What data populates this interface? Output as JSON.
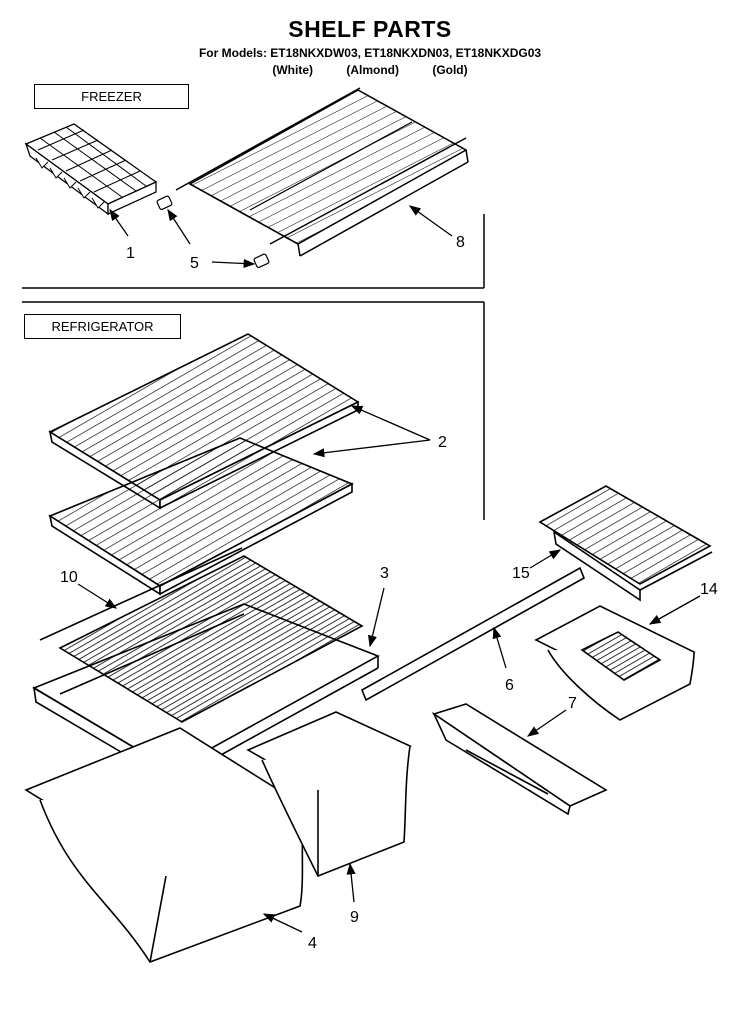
{
  "header": {
    "title": "SHELF PARTS",
    "models": "For Models: ET18NKXDW03, ET18NKXDN03, ET18NKXDG03",
    "variants": "(White) (Almond) (Gold)"
  },
  "sections": {
    "freezer": "FREEZER",
    "refrigerator": "REFRIGERATOR"
  },
  "callouts": {
    "c1": "1",
    "c2": "2",
    "c3": "3",
    "c4": "4",
    "c5": "5",
    "c6": "6",
    "c7": "7",
    "c8": "8",
    "c9": "9",
    "c10": "10",
    "c14": "14",
    "c15": "15"
  }
}
